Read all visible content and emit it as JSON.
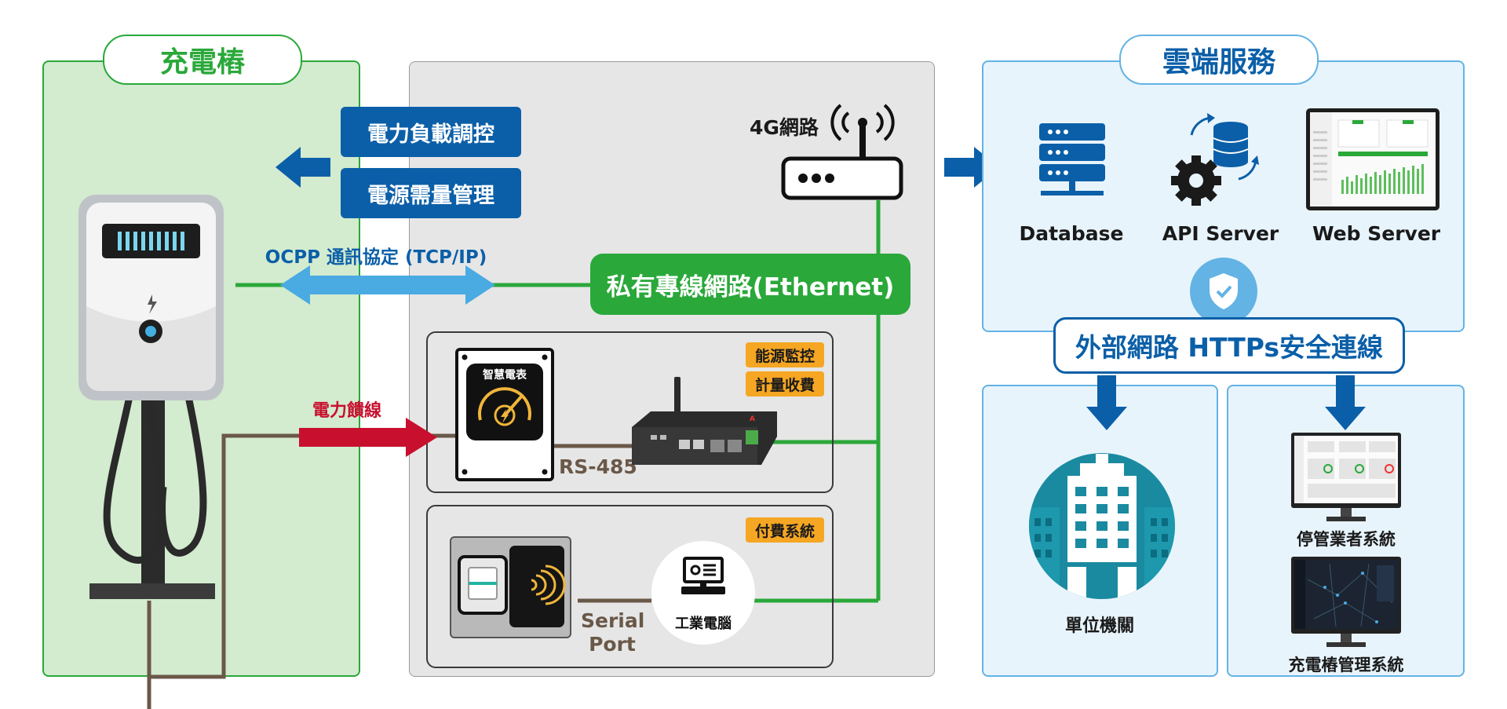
{
  "charger_panel": {
    "title": "充電樁"
  },
  "cloud_panel": {
    "title": "雲端服務",
    "database_label": "Database",
    "api_label": "API Server",
    "web_label": "Web Server"
  },
  "control": {
    "load_control": "電力負載調控",
    "demand_mgmt": "電源需量管理"
  },
  "network": {
    "ocpp": "OCPP 通訊協定 (TCP/IP)",
    "private_line": "私有專線網路(Ethernet)",
    "g4": "4G網路",
    "https": "外部網路 HTTPs安全連線"
  },
  "meter_box": {
    "meter_label": "智慧電表",
    "power_feed": "電力饋線",
    "rs485": "RS-485",
    "tag_energy": "能源監控",
    "tag_metering": "計量收費"
  },
  "payment_box": {
    "tag_payment": "付費系統",
    "serial_line1": "Serial",
    "serial_line2": "Port",
    "ipc": "工業電腦"
  },
  "orgs": {
    "agency": "單位機關"
  },
  "systems": {
    "parking": "停管業者系統",
    "charger_mgmt": "充電樁管理系統"
  },
  "colors": {
    "green": "#2aa83a",
    "charger_bg": "#d3ebcf",
    "cloud_bg": "#e8f4fc",
    "cloud_border": "#63b3e4",
    "navy": "#0b5fa8",
    "dark_navy": "#0a4a7c",
    "ocpp_blue": "#4aaae2",
    "red": "#c8102e",
    "orange": "#f5a623",
    "gray_bg": "#e6e6e6",
    "brown": "#6a5848"
  }
}
